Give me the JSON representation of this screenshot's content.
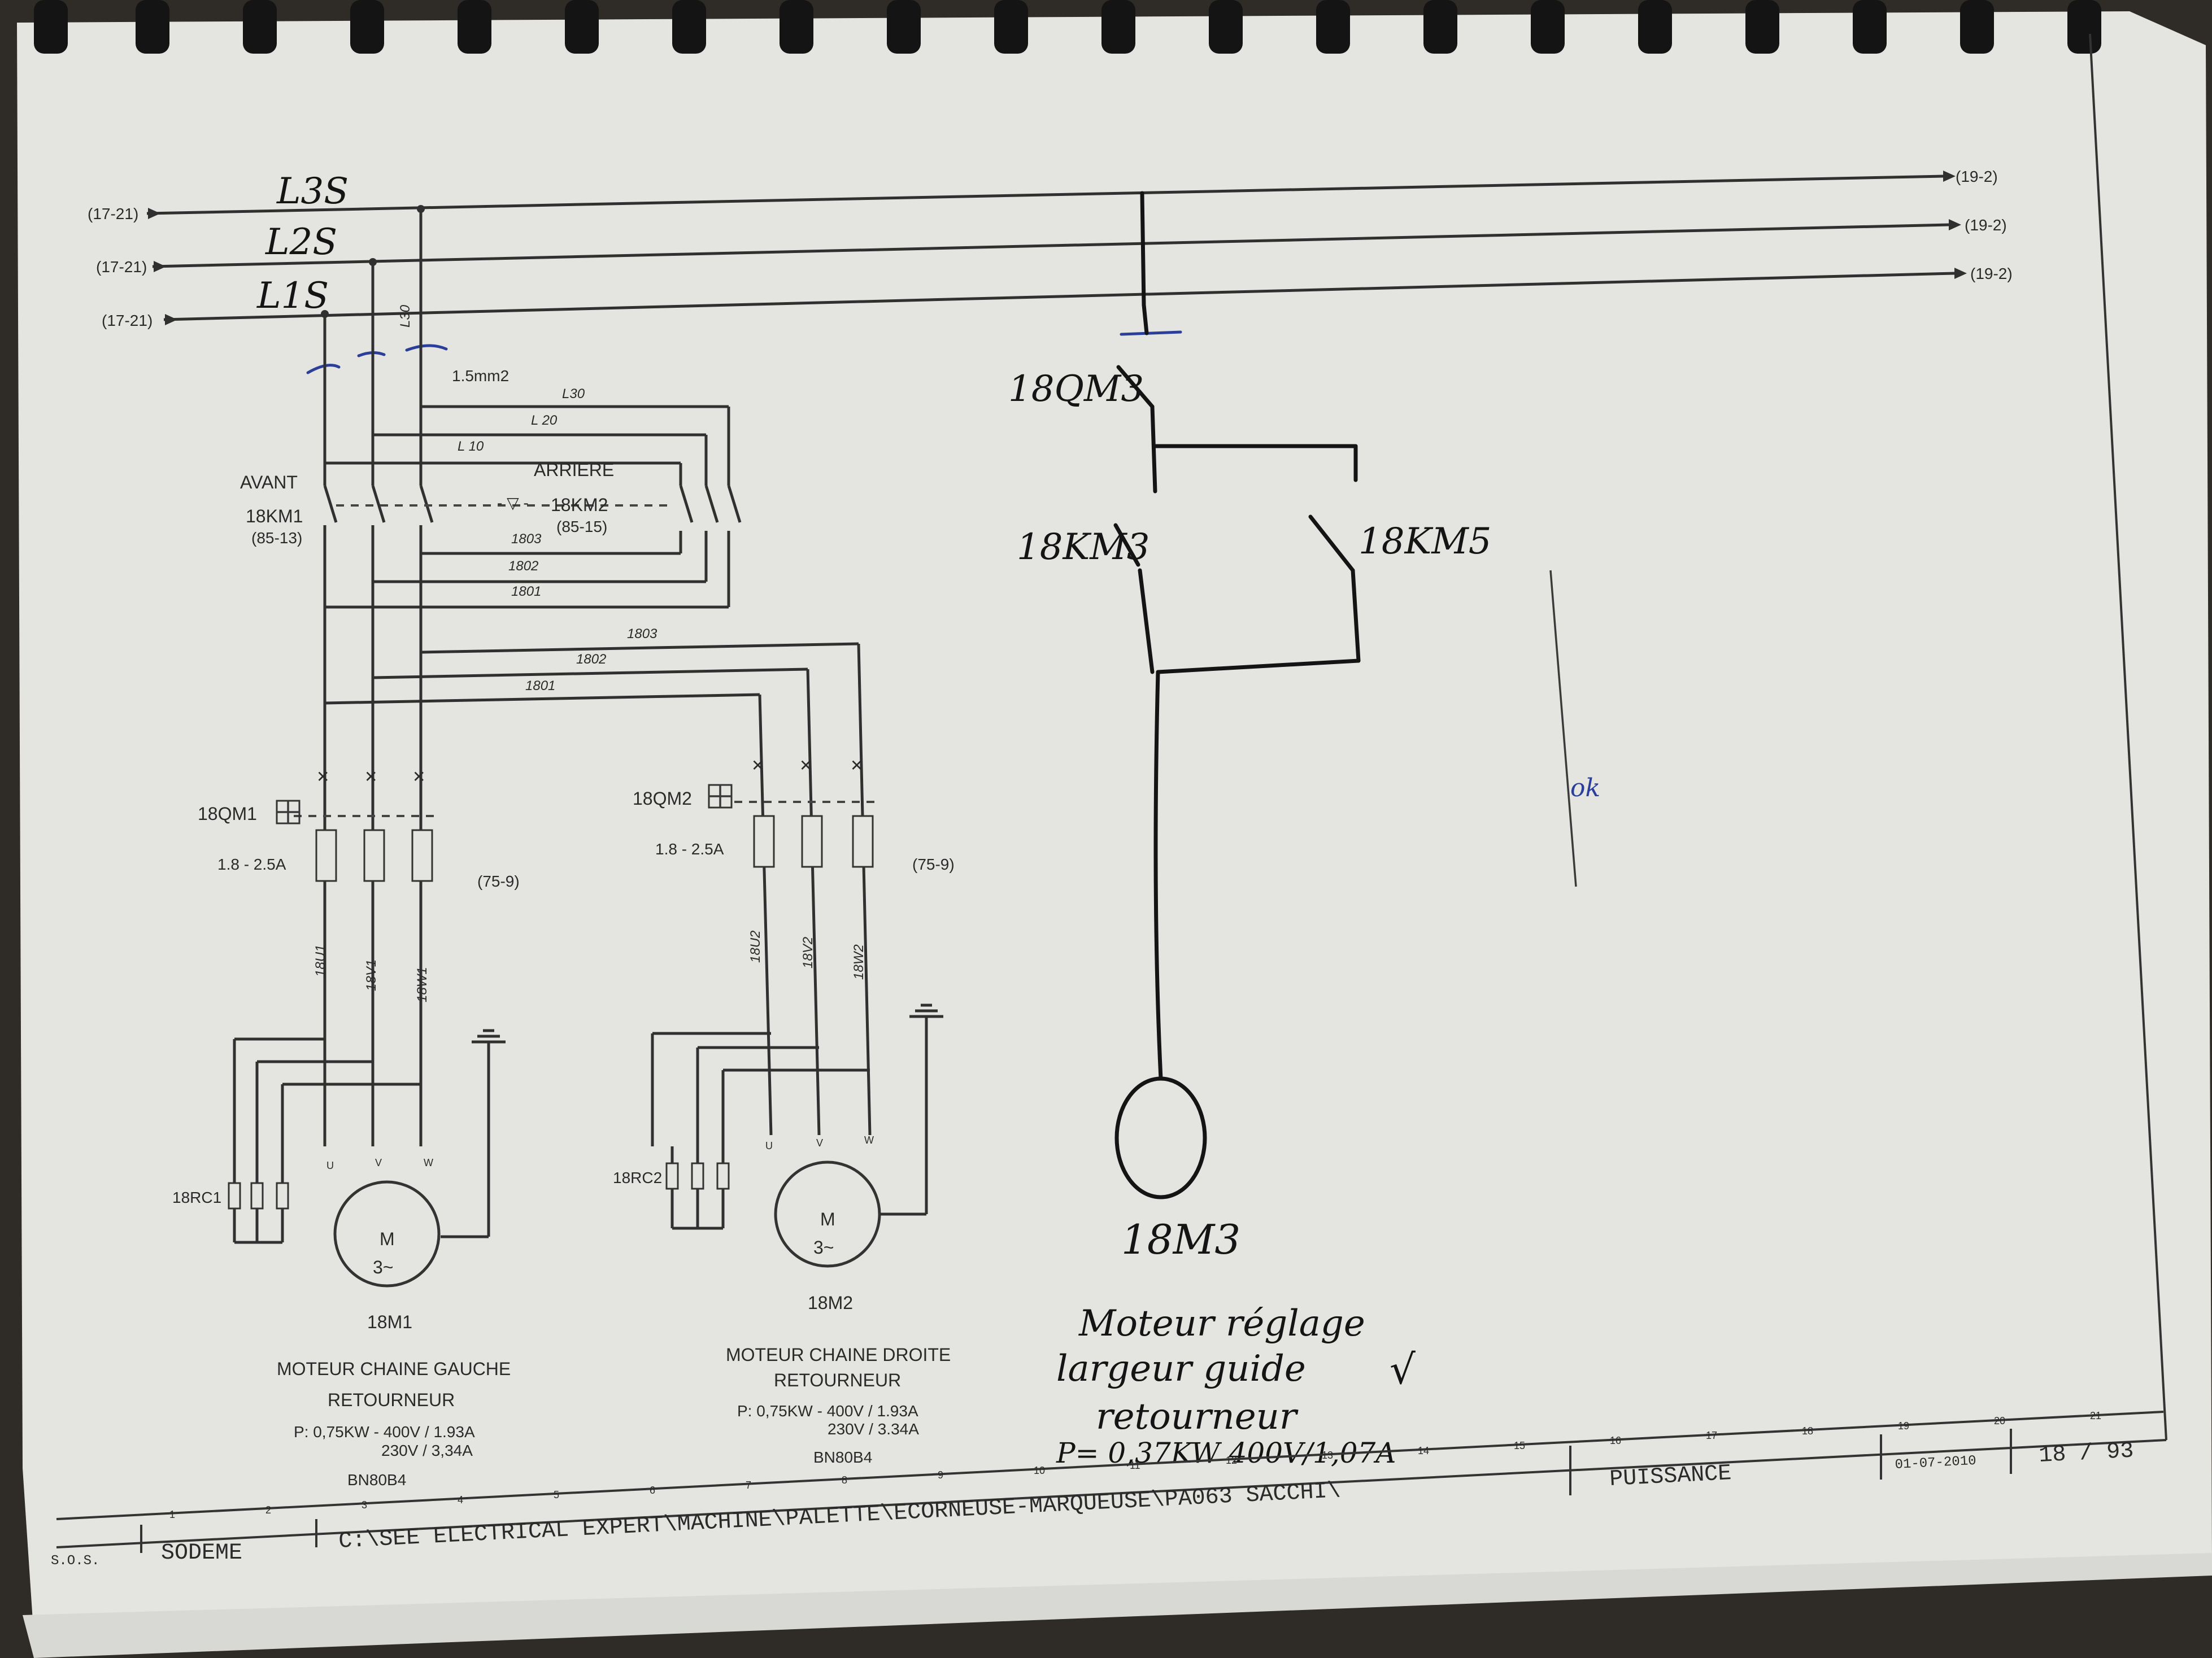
{
  "buses": {
    "source_ref": "(17-21)",
    "target_ref": "(19-2)",
    "labels": [
      "L3S",
      "L2S",
      "L1S"
    ],
    "l30_vertical": "L30"
  },
  "wire_labels": {
    "section": "1.5mm2",
    "l30": "L30",
    "l20": "L 20",
    "l10": "L 10",
    "w1803a": "1803",
    "w1802a": "1802",
    "w1801a": "1801",
    "w1803b": "1803",
    "w1802b": "1802",
    "w1801b": "1801",
    "m1_u": "18U1",
    "m1_v": "18V1",
    "m1_w": "18W1",
    "m2_u": "18U2",
    "m2_v": "18V2",
    "m2_w": "18W2"
  },
  "contactors": {
    "avant": "AVANT",
    "km1": "18KM1",
    "km1_ref": "(85-13)",
    "arriere": "ARRIERE",
    "km2": "18KM2",
    "km2_ref": "(85-15)"
  },
  "breakers": {
    "qm1": "18QM1",
    "qm1_range": "1.8 - 2.5A",
    "qm1_ref": "(75-9)",
    "qm2": "18QM2",
    "qm2_range": "1.8 - 2.5A",
    "qm2_ref": "(75-9)"
  },
  "motor1": {
    "rc": "18RC1",
    "symbol": "M",
    "phase": "3~",
    "u": "U",
    "v": "V",
    "w": "W",
    "tag": "18M1",
    "desc1": "MOTEUR CHAINE GAUCHE",
    "desc2": "RETOURNEUR",
    "spec1": "P: 0,75KW - 400V / 1.93A",
    "spec2": "230V / 3,34A",
    "model": "BN80B4"
  },
  "motor2": {
    "rc": "18RC2",
    "symbol": "M",
    "phase": "3~",
    "u": "U",
    "v": "V",
    "w": "W",
    "tag": "18M2",
    "desc1": "MOTEUR CHAINE DROITE",
    "desc2": "RETOURNEUR",
    "spec1": "P: 0,75KW - 400V / 1.93A",
    "spec2": "230V / 3.34A",
    "model": "BN80B4"
  },
  "handwritten": {
    "qm3": "18QM3",
    "km_left": "18KM3",
    "km_right": "18KM5",
    "motor": "18M3",
    "note1": "Moteur réglage",
    "note2": "largeur guide",
    "note3": "retourneur",
    "note4": "P= 0,37KW 400V/1,07A",
    "check": "√",
    "blue_note": "ok"
  },
  "title_block": {
    "company": "SODEME",
    "prefix": "S.O.S.",
    "path": "C:\\SEE ELECTRICAL EXPERT\\MACHINE\\PALETTE\\ECORNEUSE-MARQUEUSE\\PA063 SACCHI\\",
    "section": "PUISSANCE",
    "date": "01-07-2010",
    "page": "18 / 93",
    "columns": [
      "1",
      "2",
      "3",
      "4",
      "5",
      "6",
      "7",
      "8",
      "9",
      "10",
      "11",
      "12",
      "13",
      "14",
      "15",
      "16",
      "17",
      "18",
      "19",
      "20",
      "21"
    ]
  }
}
